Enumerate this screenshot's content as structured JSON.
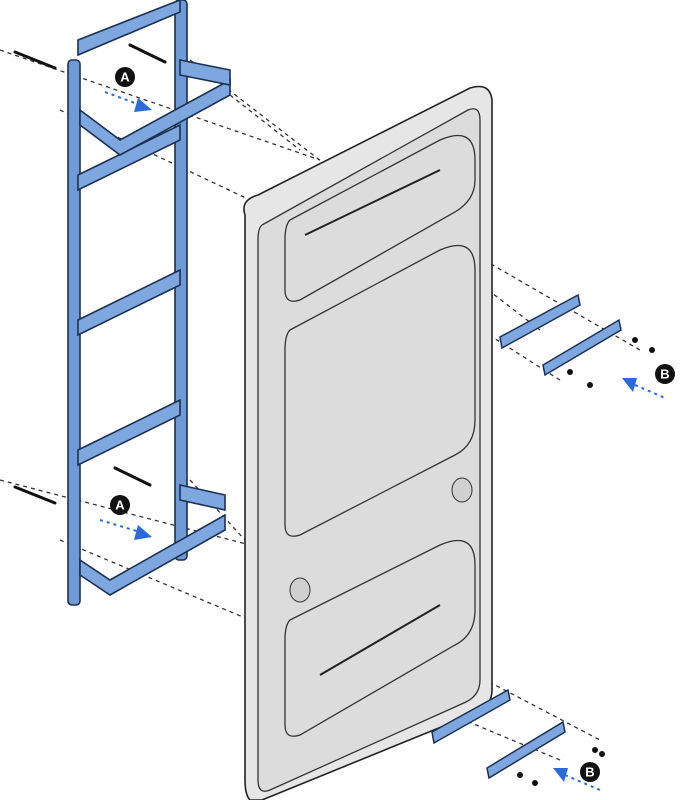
{
  "diagram": {
    "type": "exploded assembly illustration",
    "callouts": {
      "a_top": "A",
      "a_bottom": "A",
      "b_top": "B",
      "b_bottom": "B"
    },
    "colors": {
      "ladder": "#6f9ad6",
      "panel": "#e6e6e6",
      "arrow": "#2c6bd6",
      "callout": "#111111"
    }
  }
}
